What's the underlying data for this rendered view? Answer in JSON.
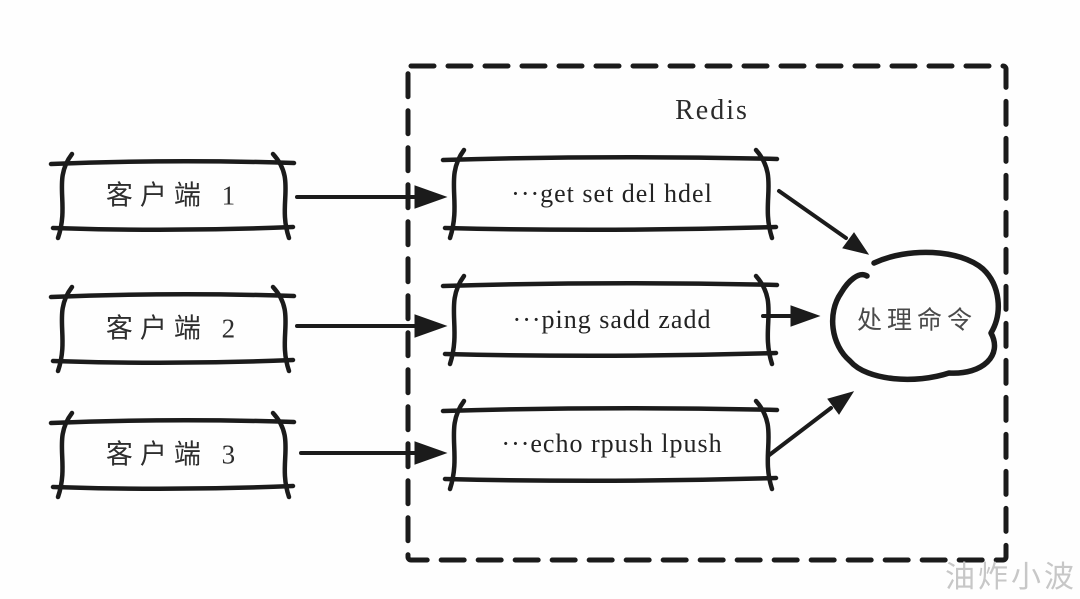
{
  "diagram": {
    "container_title": "Redis",
    "clients": [
      {
        "label": "客户端 1"
      },
      {
        "label": "客户端 2"
      },
      {
        "label": "客户端 3"
      }
    ],
    "command_queues": [
      {
        "label": "···get set del hdel"
      },
      {
        "label": "···ping sadd zadd"
      },
      {
        "label": "···echo rpush lpush"
      }
    ],
    "processor_label": "处理命令",
    "watermark": "油炸小波",
    "colors": {
      "stroke": "#1b1b1b",
      "text": "#2e2e2e",
      "processor_text": "#4a4a4a",
      "watermark": "#c7c7c7",
      "background": "#ffffff"
    }
  }
}
